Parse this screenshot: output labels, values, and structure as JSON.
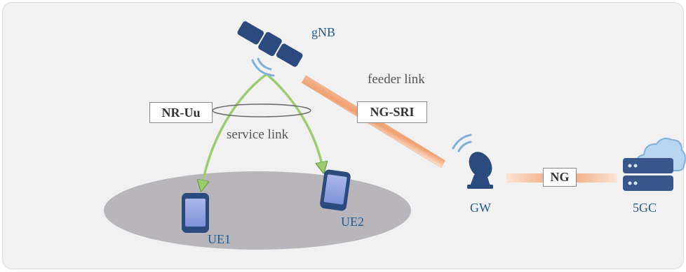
{
  "nodes": {
    "satellite_label": "gNB",
    "gateway_label": "GW",
    "core_label": "5GC",
    "ue1_label": "UE1",
    "ue2_label": "UE2"
  },
  "links": {
    "feeder_label": "feeder link",
    "service_label": "service link"
  },
  "interfaces": {
    "nr_uu": "NR-Uu",
    "ng_sri": "NG-SRI",
    "ng": "NG"
  },
  "colors": {
    "node_label": "#1f5a8e",
    "service_arrow": "#9ccc70",
    "feeder_beam": "#f0a070",
    "coverage_area": "#b8b5bb",
    "device": "#2b4a7e",
    "signal_waves": "#7fb0dc"
  }
}
